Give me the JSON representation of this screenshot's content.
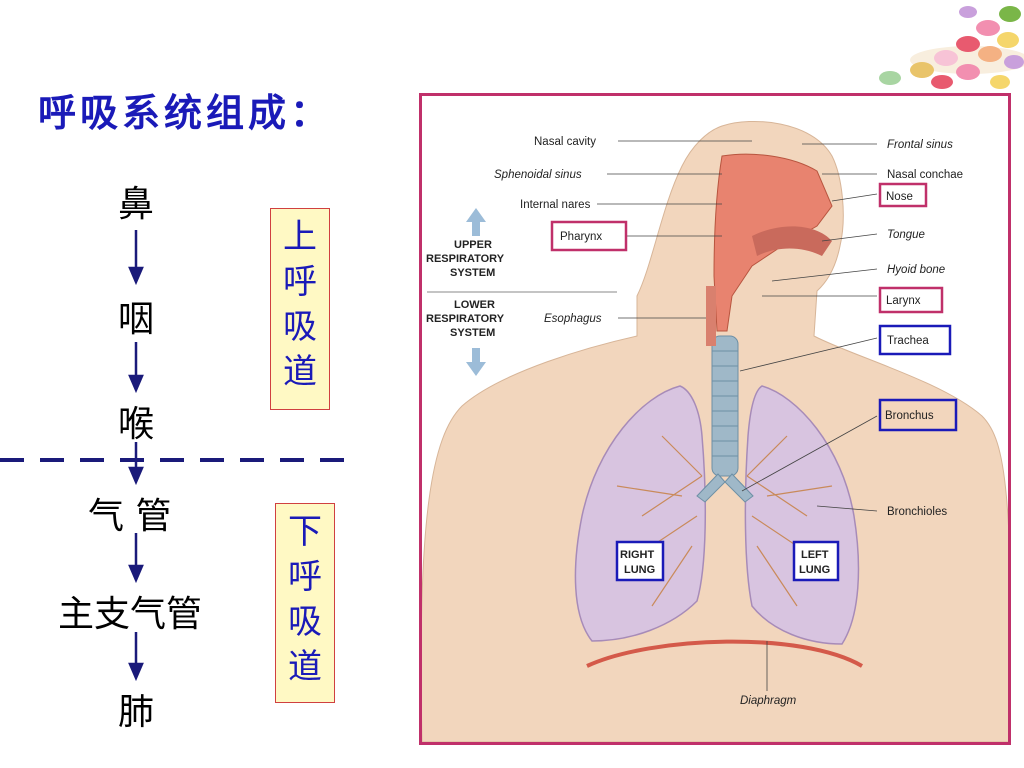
{
  "title": "呼吸系统组成：",
  "organs": [
    "鼻",
    "咽",
    "喉",
    "气 管",
    "主支气管",
    "肺"
  ],
  "upper_label": "上呼吸道",
  "lower_label": "下呼吸道",
  "diagram": {
    "labels": {
      "nasal_cavity": "Nasal cavity",
      "sphenoidal_sinus": "Sphenoidal sinus",
      "internal_nares": "Internal nares",
      "pharynx": "Pharynx",
      "esophagus": "Esophagus",
      "frontal_sinus": "Frontal sinus",
      "nasal_conchae": "Nasal conchae",
      "nose": "Nose",
      "tongue": "Tongue",
      "hyoid_bone": "Hyoid bone",
      "larynx": "Larynx",
      "trachea": "Trachea",
      "bronchus": "Bronchus",
      "bronchioles": "Bronchioles",
      "right_lung": [
        "RIGHT",
        "LUNG"
      ],
      "left_lung": [
        "LEFT",
        "LUNG"
      ],
      "diaphragm": "Diaphragm",
      "upper_system": [
        "UPPER",
        "RESPIRATORY",
        "SYSTEM"
      ],
      "lower_system": [
        "LOWER",
        "RESPIRATORY",
        "SYSTEM"
      ]
    },
    "colors": {
      "upper_box": "#c0306a",
      "lower_box": "#1a1ab8",
      "frame": "#c0306a"
    }
  }
}
